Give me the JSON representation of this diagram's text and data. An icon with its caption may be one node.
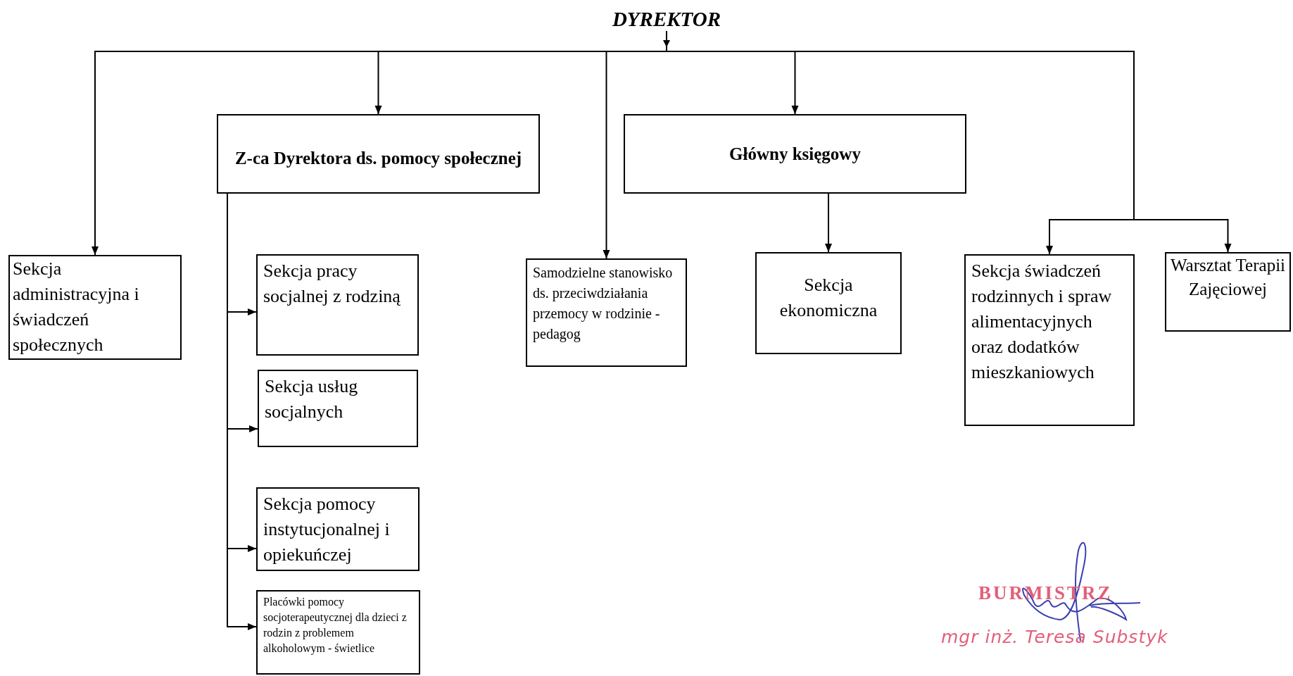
{
  "diagram": {
    "nodes": [
      {
        "text": [
          "DYREKTOR"
        ]
      },
      {
        "text": [
          "Z-ca Dyrektora ds. pomocy społecznej"
        ]
      },
      {
        "text": [
          "Główny księgowy"
        ]
      },
      {
        "text": [
          "Sekcja administracyjna i świadczeń społecznych"
        ]
      },
      {
        "text": [
          "Sekcja pracy socjalnej z rodziną"
        ]
      },
      {
        "text": [
          "Samodzielne stanowisko ds. przeciwdziałania przemocy w rodzinie - pedagog"
        ]
      },
      {
        "text": [
          "Sekcja ekonomiczna"
        ]
      },
      {
        "text": [
          "Sekcja świadczeń rodzinnych i spraw alimentacyjnych oraz dodatków mieszkaniowych"
        ]
      },
      {
        "text": [
          "Warsztat Terapii Zajęciowej"
        ]
      },
      {
        "text": [
          "Sekcja usług socjalnych"
        ]
      },
      {
        "text": [
          "Sekcja pomocy instytucjonalnej i opiekuńczej"
        ]
      },
      {
        "text": [
          "Placówki pomocy socjoterapeutycznej dla dzieci z rodzin z problemem alkoholowym - świetlice"
        ]
      }
    ],
    "edges": [
      {
        "from": 0,
        "to": 3,
        "arrow": "to"
      },
      {
        "from": 0,
        "to": 1,
        "arrow": "to"
      },
      {
        "from": 0,
        "to": 5,
        "arrow": "to"
      },
      {
        "from": 0,
        "to": 2,
        "arrow": "to"
      },
      {
        "from": 0,
        "to": 7,
        "arrow": "to"
      },
      {
        "from": 0,
        "to": 8,
        "arrow": "to"
      },
      {
        "from": 2,
        "to": 6,
        "arrow": "to"
      },
      {
        "from": 1,
        "to": 4,
        "arrow": "to"
      },
      {
        "from": 1,
        "to": 9,
        "arrow": "to"
      },
      {
        "from": 1,
        "to": 10,
        "arrow": "to"
      },
      {
        "from": 1,
        "to": 11,
        "arrow": "to"
      }
    ],
    "labels": [
      "BURMISTRZ",
      "mgr inż. Teresa Substyk"
    ]
  }
}
